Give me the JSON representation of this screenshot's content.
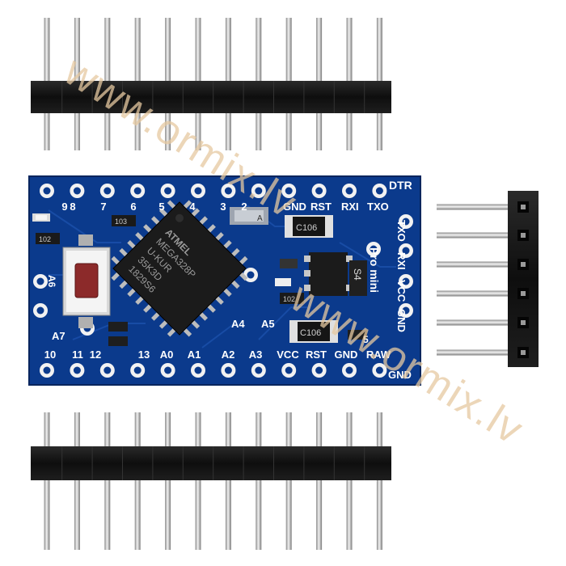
{
  "watermark": {
    "text": "www.ormix.lv"
  },
  "board": {
    "name": "Pro mini",
    "top_labels": [
      "9",
      "8",
      "7",
      "6",
      "5",
      "4",
      "3",
      "2"
    ],
    "top_right_labels": [
      "GND",
      "RST",
      "RXI",
      "TXO"
    ],
    "corner_label": "DTR",
    "right_labels": [
      "TXO",
      "RXI",
      "VCC",
      "GND"
    ],
    "bottom_labels": [
      "10",
      "11",
      "12",
      "13",
      "A0",
      "A1",
      "A2",
      "A3",
      "VCC",
      "RST",
      "GND",
      "RAW"
    ],
    "bottom_right_label": "GND",
    "a4_label": "A4",
    "a5_label": "A5",
    "a6_label": "A6",
    "a7_label": "A7",
    "pin5_label": "5",
    "cap_label": "C106",
    "resistor_label": "102",
    "resistor_label_2": "103",
    "crystal_label": "A",
    "chip": {
      "lines": [
        "ATMEL",
        "MEGA328P",
        "U-KUR",
        "35K3D",
        "1829S6"
      ]
    },
    "regulator_label": "S4"
  },
  "colors": {
    "pcb": "#0b3a8c",
    "pcb_dark": "#072a6b",
    "header_plastic": "#121212",
    "pin_metal": "#c8c8c8",
    "watermark": "#e6c9a1"
  }
}
